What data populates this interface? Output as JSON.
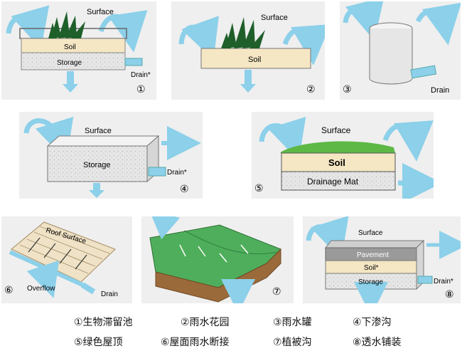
{
  "panels": {
    "p1": {
      "number": "①",
      "surface": "Surface",
      "soil": "Soil",
      "storage": "Storage",
      "drain": "Drain*"
    },
    "p2": {
      "number": "②",
      "soil": "Soil",
      "surface": "Surface"
    },
    "p3": {
      "number": "③",
      "drain": "Drain"
    },
    "p4": {
      "number": "④",
      "surface": "Surface",
      "storage": "Storage",
      "drain": "Drain*"
    },
    "p5": {
      "number": "⑤",
      "surface": "Surface",
      "soil": "Soil",
      "drainage_mat": "Drainage Mat"
    },
    "p6": {
      "number": "⑥",
      "roof_surface": "Roof Surface",
      "overflow": "Overflow",
      "drain": "Drain"
    },
    "p7": {
      "number": "⑦"
    },
    "p8": {
      "number": "⑧",
      "surface": "Surface",
      "pavement": "Pavement",
      "soil": "Soil*",
      "storage": "Storage",
      "drain": "Drain*"
    }
  },
  "legend": [
    "①生物滞留池",
    "②雨水花园",
    "③雨水罐",
    "④下渗沟",
    "⑤绿色屋顶",
    "⑥屋面雨水断接",
    "⑦植被沟",
    "⑧透水铺装"
  ],
  "colors": {
    "water": "#8cd0ea",
    "soil": "#f5e6c4",
    "storage": "#e4e4e4",
    "plant": "#1f5f2a",
    "grass": "#5db845"
  }
}
